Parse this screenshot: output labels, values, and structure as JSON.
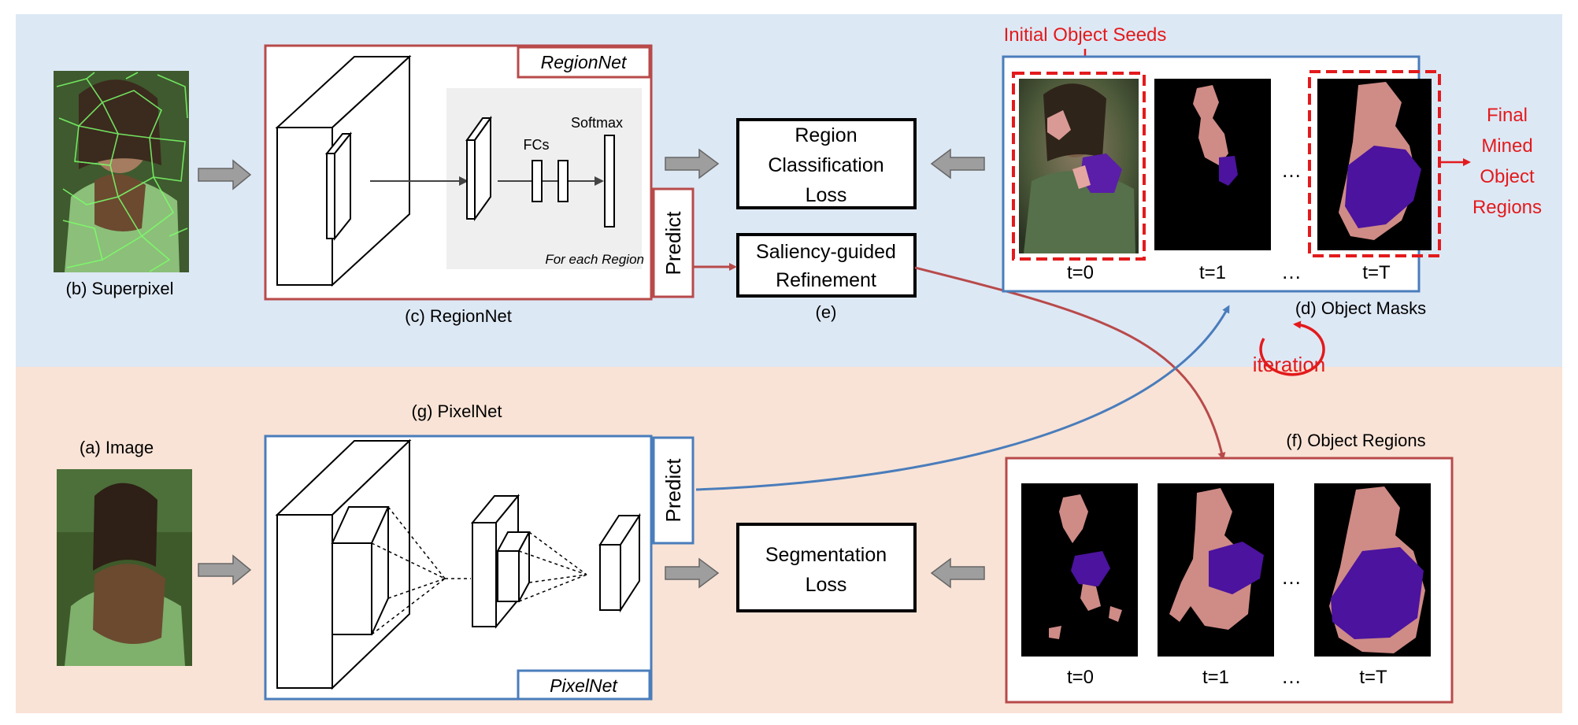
{
  "superpixel": {
    "caption": "(b) Superpixel"
  },
  "regionnet": {
    "tag": "RegionNet",
    "caption": "(c) RegionNet",
    "fcs_label": "FCs",
    "softmax_label": "Softmax",
    "for_each_label": "For each Region",
    "predict_label": "Predict"
  },
  "region_loss": {
    "line1": "Region",
    "line2": "Classification",
    "line3": "Loss"
  },
  "refinement": {
    "line1": "Saliency-guided",
    "line2": "Refinement",
    "caption": "(e)"
  },
  "object_masks": {
    "caption": "(d) Object Masks",
    "seeds_label": "Initial Object Seeds",
    "final_label": [
      "Final",
      "Mined",
      "Object",
      "Regions"
    ],
    "t_labels": [
      "t=0",
      "t=1",
      "t=T"
    ],
    "ellipsis": "…"
  },
  "iteration": {
    "label": "iteration"
  },
  "image": {
    "caption": "(a) Image"
  },
  "pixelnet": {
    "caption": "(g) PixelNet",
    "tag": "PixelNet",
    "predict_label": "Predict"
  },
  "seg_loss": {
    "line1": "Segmentation",
    "line2": "Loss"
  },
  "object_regions": {
    "caption": "(f) Object Regions",
    "t_labels": [
      "t=0",
      "t=1",
      "t=T"
    ],
    "ellipsis": "…"
  },
  "colors": {
    "top_bg": "#dde8f5",
    "bottom_bg": "#f9e3d6",
    "red_border": "#b84a4a",
    "blue_border": "#4a7dbb",
    "seed_red": "#e31a1c",
    "mask_pink": "#cf8b86",
    "mask_purple": "#4b139e",
    "arrow_gray": "#9e9e9e"
  },
  "icons": [
    "block-arrow-icon",
    "iteration-cycle-icon"
  ]
}
